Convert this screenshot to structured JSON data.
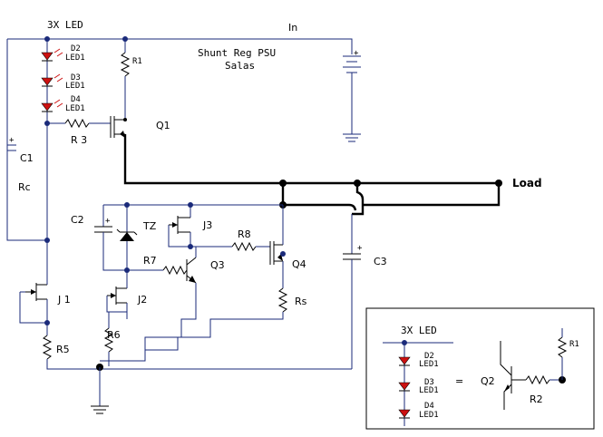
{
  "title": {
    "line1": "Shunt Reg PSU",
    "line2": "Salas"
  },
  "input_label": "In",
  "load_label": "Load",
  "led_string": {
    "heading": "3X LED",
    "leds": [
      {
        "ref": "D2",
        "value": "LED1"
      },
      {
        "ref": "D3",
        "value": "LED1"
      },
      {
        "ref": "D4",
        "value": "LED1"
      }
    ]
  },
  "resistors": {
    "r1": "R1",
    "r3": "R 3",
    "rc": "Rc",
    "r5": "R5",
    "r6": "R6",
    "r7": "R7",
    "r8": "R8",
    "rs": "Rs"
  },
  "capacitors": {
    "c1": "C1",
    "c2": "C2",
    "c3": "C3"
  },
  "transistors": {
    "q1": "Q1",
    "q3": "Q3",
    "q4": "Q4",
    "j1": "J 1",
    "j2": "J2",
    "j3": "J3"
  },
  "zener": "TZ",
  "plus_sign": "+",
  "inset": {
    "heading": "3X LED",
    "leds": [
      {
        "ref": "D2",
        "value": "LED1"
      },
      {
        "ref": "D3",
        "value": "LED1"
      },
      {
        "ref": "D4",
        "value": "LED1"
      }
    ],
    "equals": "=",
    "transistor": "Q2",
    "r1": "R1",
    "r2": "R2"
  },
  "colors": {
    "wire": "#1a2a7a",
    "bus": "#000000",
    "led": "#cc1111"
  }
}
